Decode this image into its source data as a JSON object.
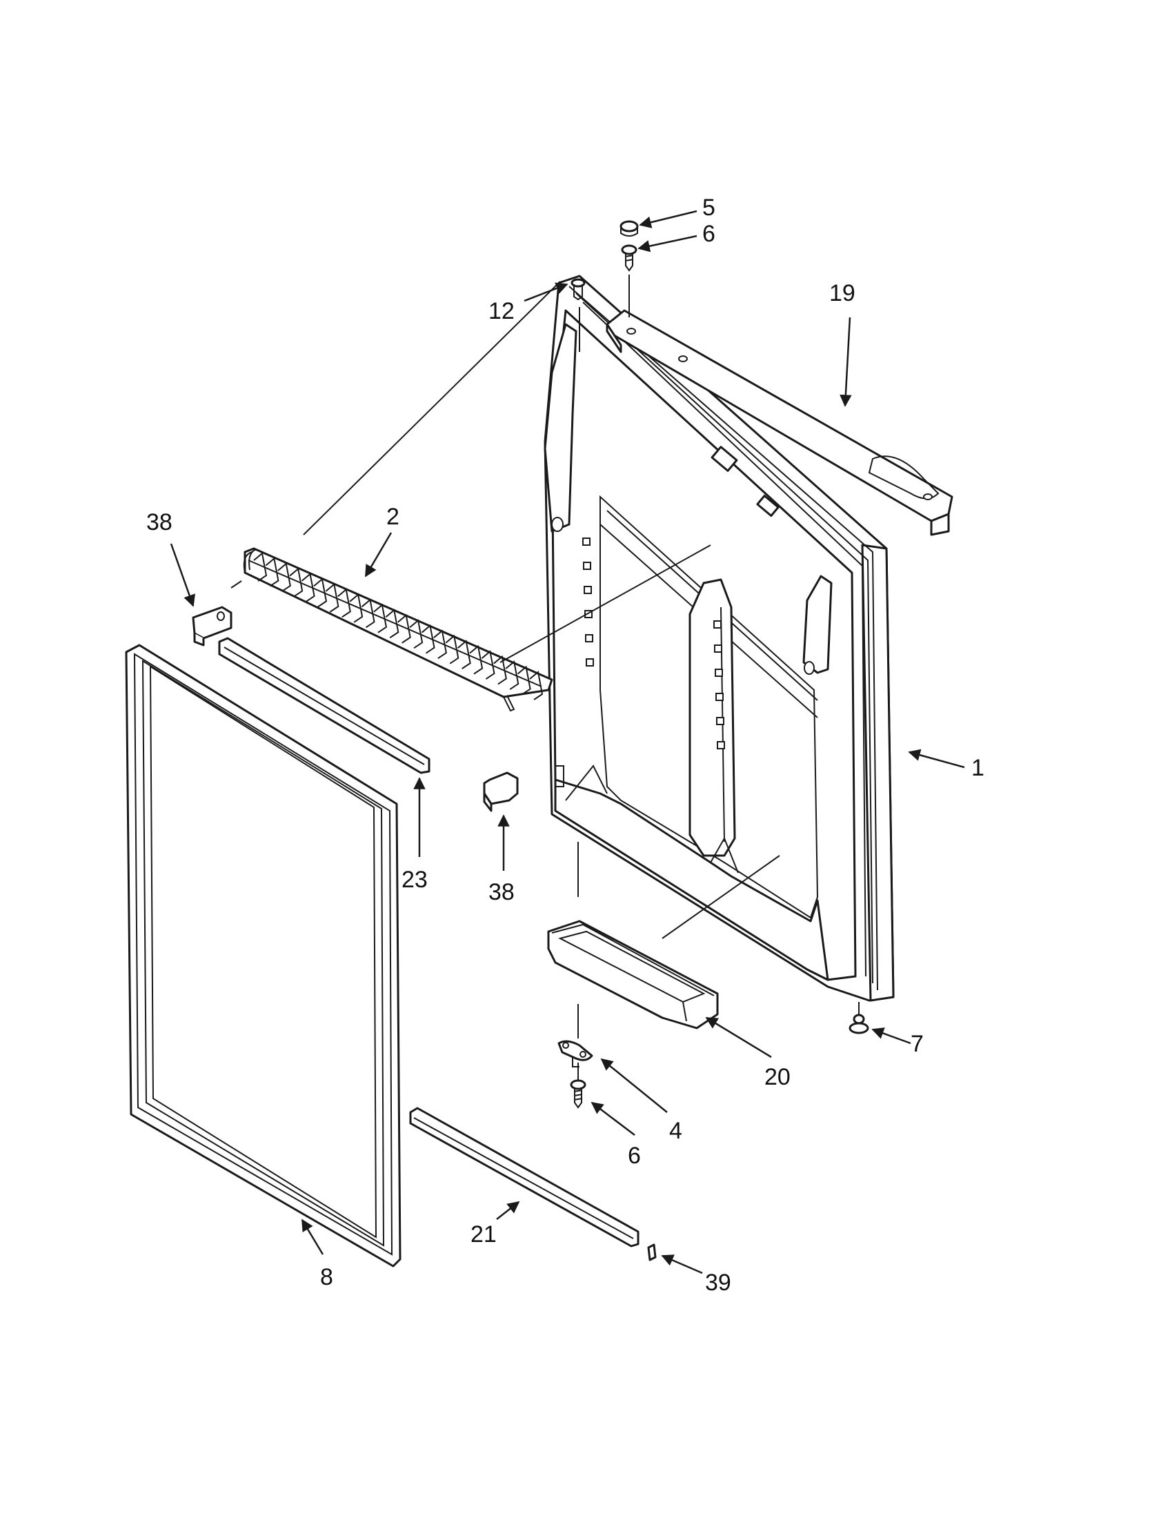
{
  "diagram": {
    "callouts": {
      "c5": "5",
      "c6_top": "6",
      "c12": "12",
      "c19": "19",
      "c38_left": "38",
      "c2": "2",
      "c1": "1",
      "c23": "23",
      "c38_mid": "38",
      "c7": "7",
      "c20": "20",
      "c4": "4",
      "c6_bottom": "6",
      "c21": "21",
      "c8": "8",
      "c39": "39"
    },
    "colors": {
      "ink": "#1a1a1a",
      "paper": "#ffffff"
    }
  }
}
